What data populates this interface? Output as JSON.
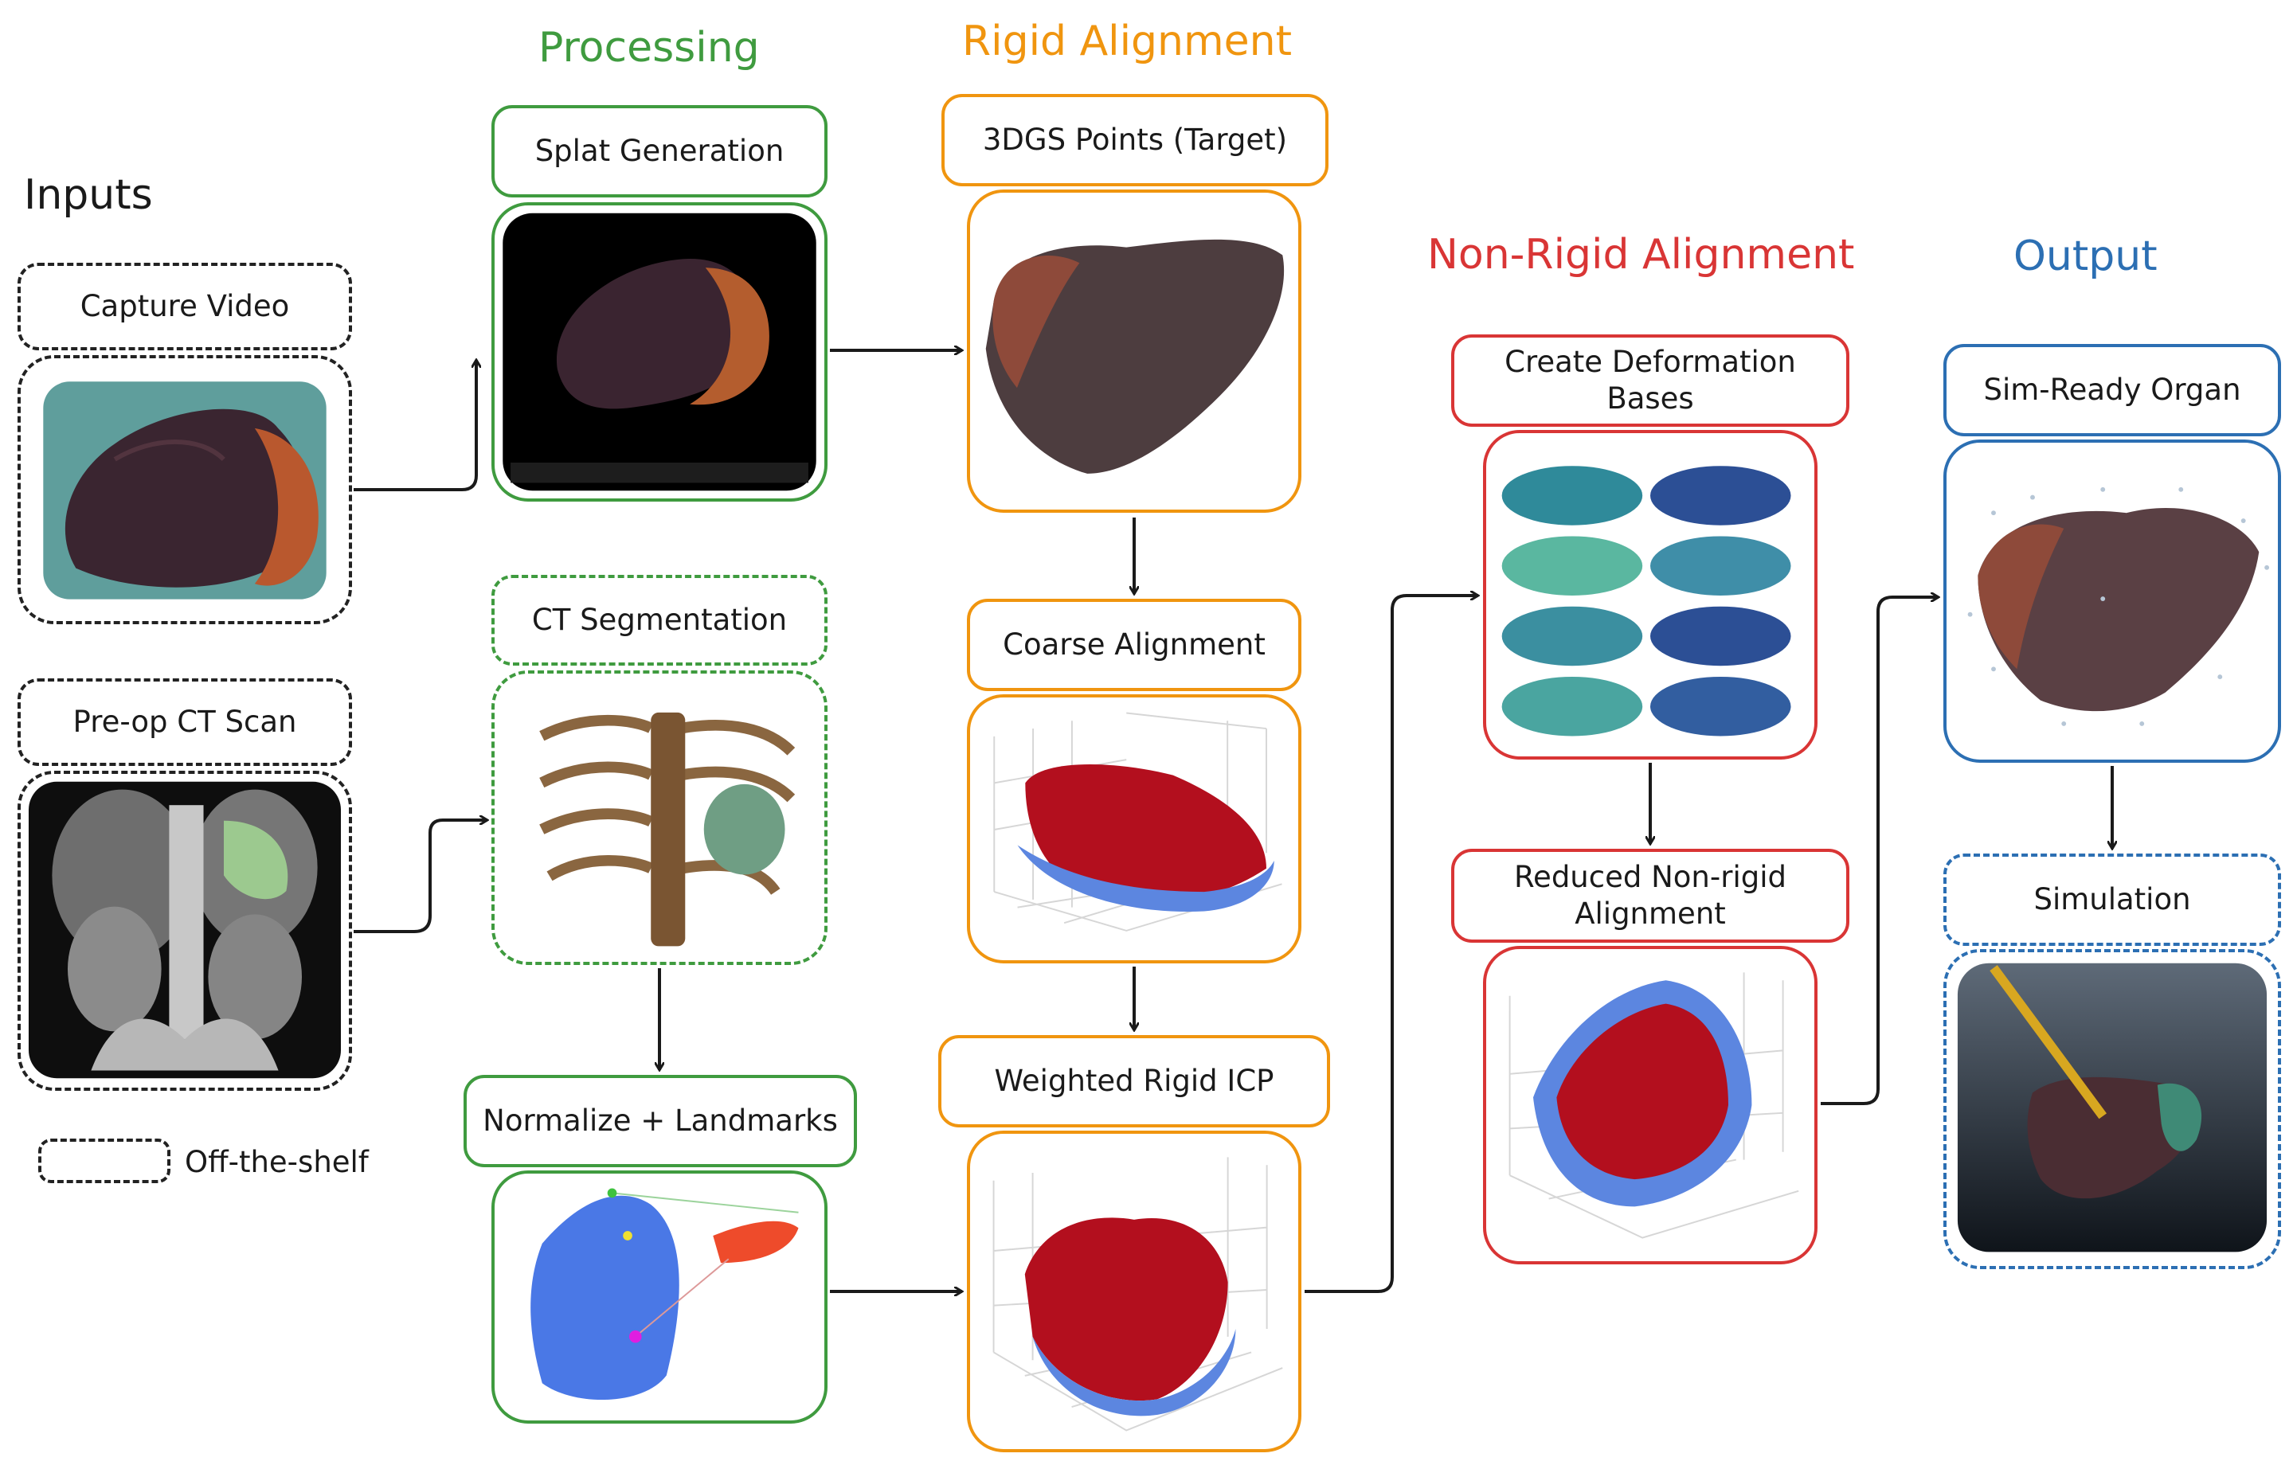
{
  "headers": {
    "inputs": "Inputs",
    "processing": "Processing",
    "rigid": "Rigid Alignment",
    "nonrigid": "Non-Rigid Alignment",
    "output": "Output"
  },
  "colors": {
    "processing": "#3f9b3f",
    "rigid": "#f0950f",
    "nonrigid": "#d93535",
    "output": "#2c6fb3",
    "offshelf": "#222222"
  },
  "labels": {
    "capture_video": "Capture Video",
    "preop_ct": "Pre-op CT Scan",
    "splat_generation": "Splat Generation",
    "ct_segmentation": "CT Segmentation",
    "normalize_landmarks": "Normalize + Landmarks",
    "dgs_points": "3DGS Points (Target)",
    "coarse_alignment": "Coarse Alignment",
    "weighted_icp": "Weighted Rigid ICP",
    "deformation_bases": "Create Deformation Bases",
    "reduced_nonrigid": "Reduced Non-rigid Alignment",
    "sim_ready": "Sim-Ready Organ",
    "simulation": "Simulation"
  },
  "legend": {
    "off_the_shelf": "Off-the-shelf"
  }
}
